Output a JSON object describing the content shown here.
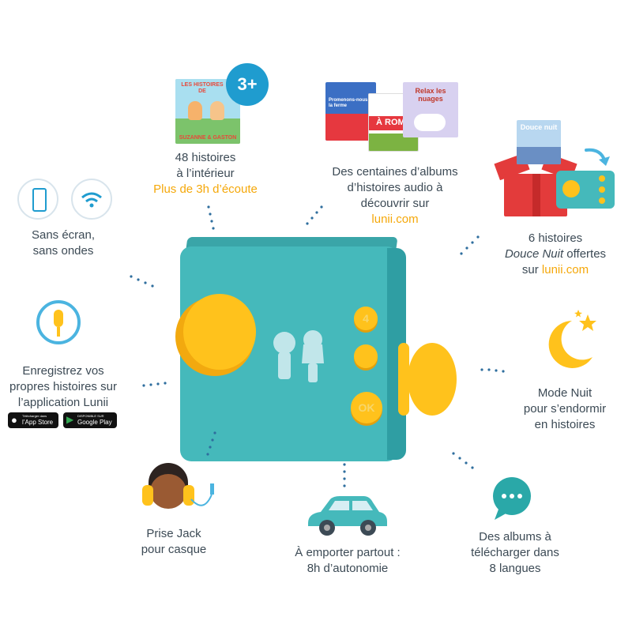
{
  "colors": {
    "teal": "#45b9bb",
    "teal_dark": "#2f9ea3",
    "yellow": "#ffc21c",
    "orange": "#f5a80a",
    "text": "#3c4a55",
    "blue": "#1f9ccf"
  },
  "features": {
    "stories": {
      "badge": "3+",
      "book_title_line1": "LES HISTOIRES",
      "book_title_line2": "DE",
      "book_title_line3": "SUZANNE & GASTON",
      "line1": "48 histoires",
      "line2": "à l’intérieur",
      "highlight": "Plus de 3h d’écoute"
    },
    "albums": {
      "line1": "Des centaines d’albums",
      "line2": "d’histoires audio à",
      "line3": "découvrir sur",
      "link": "lunii.com",
      "book_a": "À ROME",
      "book_b": "Promenons-nous à la ferme",
      "book_c": "Relax les nuages"
    },
    "douce_nuit": {
      "book": "Douce nuit",
      "line1": "6 histoires",
      "italic": "Douce Nuit",
      "line2_rest": " offertes",
      "line3_prefix": "sur ",
      "link": "lunii.com"
    },
    "screen": {
      "line1": "Sans écran,",
      "line2": "sans ondes"
    },
    "record": {
      "line1": "Enregistrez vos",
      "line2": "propres histoires sur",
      "line3": "l’application Lunii",
      "appstore_small": "Télécharger dans",
      "appstore_big": "l’App Store",
      "googleplay_small": "DISPONIBLE SUR",
      "googleplay_big": "Google Play"
    },
    "night": {
      "line1": "Mode Nuit",
      "line2": "pour s’endormir",
      "line3": "en histoires"
    },
    "jack": {
      "line1": "Prise Jack",
      "line2": "pour casque"
    },
    "car": {
      "line1": "À emporter partout :",
      "line2": "8h d’autonomie"
    },
    "languages": {
      "line1": "Des albums à",
      "line2": "télécharger dans",
      "line3": "8 langues"
    }
  },
  "device": {
    "button_4": "4",
    "button_ok": "OK"
  }
}
